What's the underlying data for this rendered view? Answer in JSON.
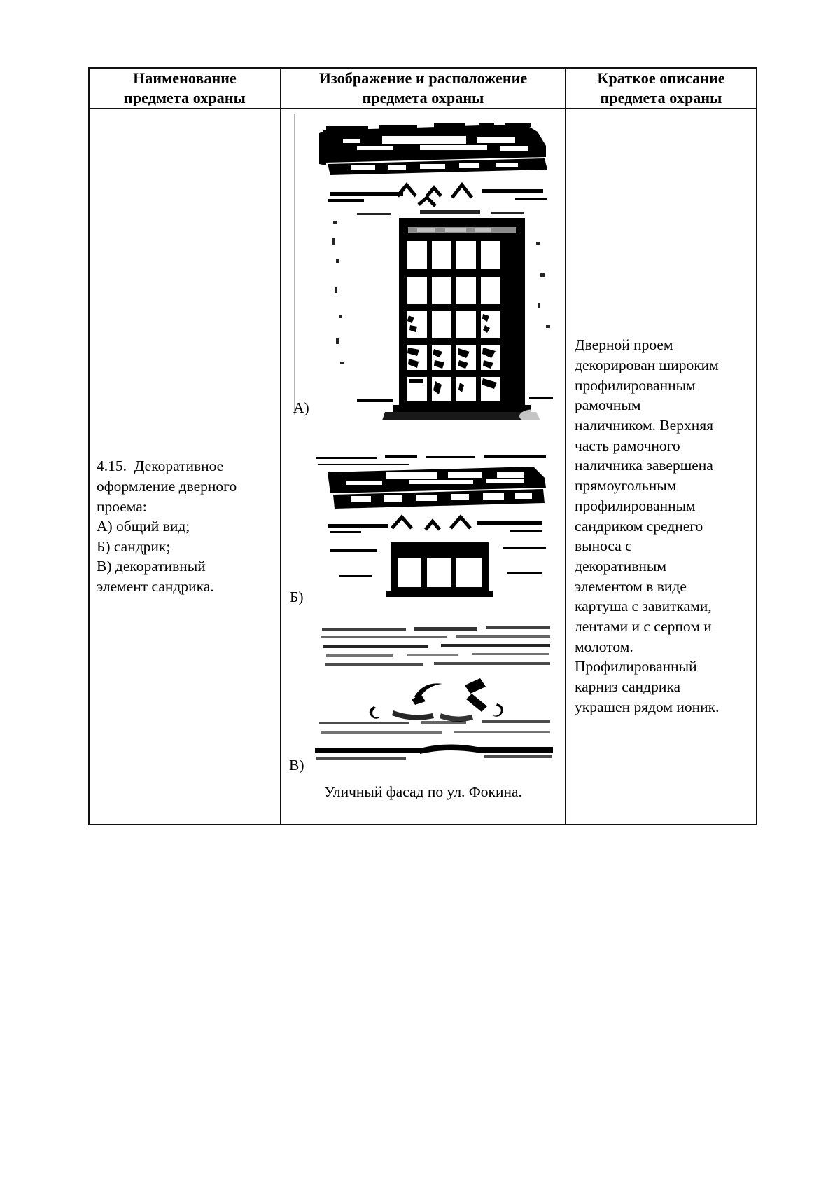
{
  "document": {
    "language": "ru",
    "ink_color": "#000000",
    "paper_color": "#ffffff"
  },
  "table": {
    "headers": [
      {
        "line1": "Наименование",
        "line2": "предмета охраны"
      },
      {
        "line1": "Изображение и расположение",
        "line2": "предмета охраны"
      },
      {
        "line1": "Краткое описание",
        "line2": "предмета охраны"
      }
    ],
    "row": {
      "name_cell": {
        "lines": [
          "4.15.  Декоративное",
          "оформление дверного",
          "проема:",
          "А) общий вид;",
          "Б) сандрик;",
          "В) декоративный",
          "элемент сандрика."
        ]
      },
      "image_cell": {
        "figures": [
          {
            "label": "А)",
            "alt": "Общий вид дверного проема с рамочным наличником и сандриком"
          },
          {
            "label": "Б)",
            "alt": "Сандрик над дверным проемом"
          },
          {
            "label": "В)",
            "alt": "Декоративный элемент сандрика — картуш с завитками, лентами, серпом и молотом"
          }
        ],
        "caption": "Уличный фасад по ул. Фокина."
      },
      "description_cell": {
        "lines": [
          "Дверной проем",
          "декорирован широким",
          "профилированным",
          "рамочным",
          "наличником. Верхняя",
          "часть рамочного",
          "наличника завершена",
          "прямоугольным",
          "профилированным",
          "сандриком среднего",
          "выноса с",
          "декоративным",
          "элементом в виде",
          "картуша с завитками,",
          "лентами и с серпом и",
          "молотом.",
          "Профилированный",
          "карниз сандрика",
          "украшен рядом ионик."
        ]
      }
    }
  }
}
